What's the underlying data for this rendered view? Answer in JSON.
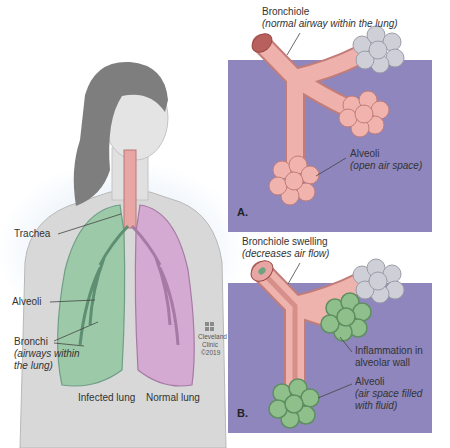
{
  "diagram": {
    "nodes": [
      {
        "text": [
          "A."
        ]
      },
      {
        "text": [
          "B."
        ]
      }
    ],
    "labels": [
      "Bronchiole",
      "(normal airway within the lung)",
      "Alveoli",
      "(open air space)",
      "Trachea",
      "Alveoli",
      "Bronchi",
      "(airways within the lung)",
      "Infected lung",
      "Normal lung",
      "Cleveland",
      "Clinic",
      "©2019",
      "Bronchiole swelling",
      "(decreases air flow)",
      "Inflammation in alveolar wall",
      "Alveoli",
      "(air space filled with fluid)"
    ]
  }
}
